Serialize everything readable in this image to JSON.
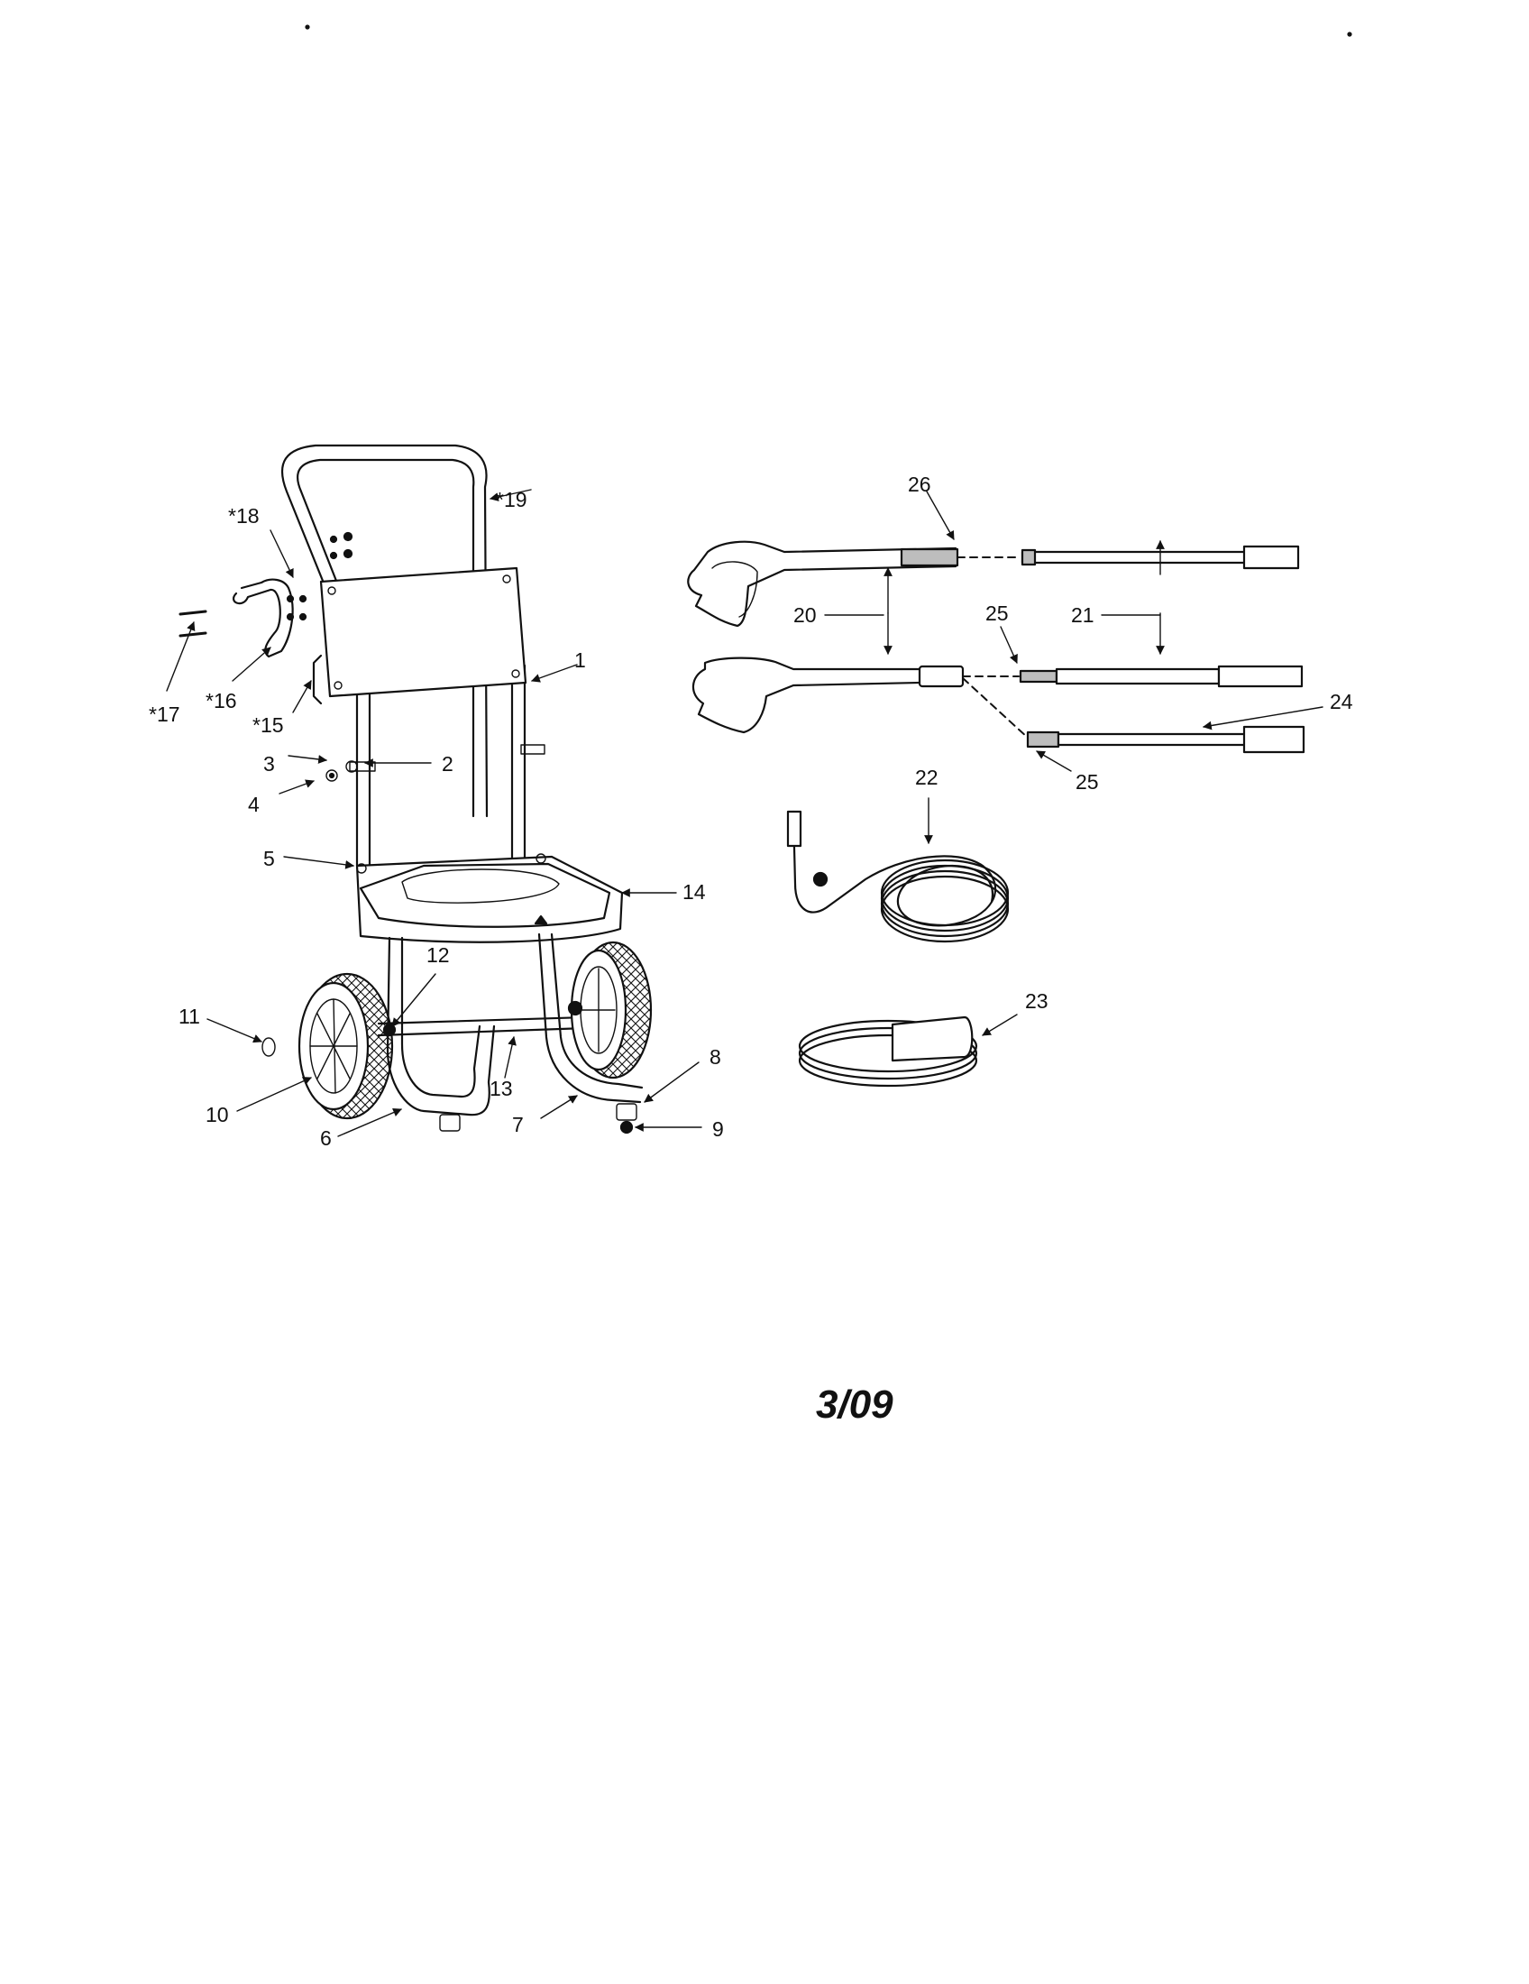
{
  "callouts": {
    "c1": "1",
    "c2": "2",
    "c3": "3",
    "c4": "4",
    "c5": "5",
    "c6": "6",
    "c7": "7",
    "c8": "8",
    "c9": "9",
    "c10": "10",
    "c11": "11",
    "c12": "12",
    "c13": "13",
    "c14": "14",
    "c15": "*15",
    "c16": "*16",
    "c17": "*17",
    "c18": "*18",
    "c19": "*19",
    "c20": "20",
    "c21": "21",
    "c22": "22",
    "c23": "23",
    "c24": "24",
    "c25a": "25",
    "c25b": "25",
    "c26": "26"
  },
  "date_code": "3/09"
}
